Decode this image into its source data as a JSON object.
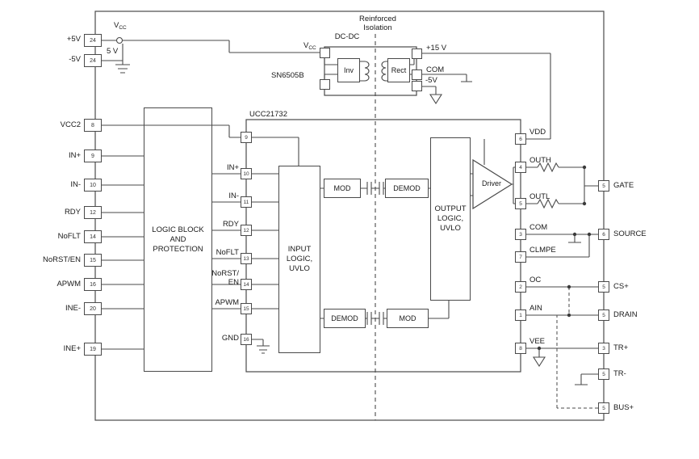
{
  "supply": {
    "vcc_main": "V",
    "vcc_sub": "CC",
    "plus5": {
      "label": "+5V",
      "pin": "24"
    },
    "minus5": {
      "label": "-5V",
      "pin": "24"
    },
    "five_v": "5 V"
  },
  "isolation": {
    "line1": "Reinforced",
    "line2": "Isolation"
  },
  "dcdc": {
    "label": "DC-DC",
    "part": "SN6505B",
    "inv": "Inv",
    "rect": "Rect",
    "out_pos": "+15 V",
    "out_com": "COM",
    "out_neg": "-5V"
  },
  "logic_block": {
    "line1": "LOGIC BLOCK",
    "line2": "AND",
    "line3": "PROTECTION"
  },
  "left_pins": [
    {
      "label": "VCC2",
      "num": "8"
    },
    {
      "label": "IN+",
      "num": "9"
    },
    {
      "label": "IN-",
      "num": "10"
    },
    {
      "label": "RDY",
      "num": "12"
    },
    {
      "label": "NoFLT",
      "num": "14"
    },
    {
      "label": "NoRST/EN",
      "num": "15"
    },
    {
      "label": "APWM",
      "num": "16"
    },
    {
      "label": "INE-",
      "num": "20"
    },
    {
      "label": "INE+",
      "num": "19"
    }
  ],
  "ucc": {
    "title": "UCC21732",
    "vcc_pin": {
      "num": "9"
    },
    "left_pins": [
      {
        "label": "IN+",
        "num": "10"
      },
      {
        "label": "IN-",
        "num": "11"
      },
      {
        "label": "RDY",
        "num": "12"
      },
      {
        "label": "NoFLT",
        "num": "13"
      },
      {
        "label": "NoRST/",
        "label2": "EN",
        "num": "14"
      },
      {
        "label": "APWM",
        "num": "15"
      }
    ],
    "gnd": {
      "label": "GND",
      "num": "16"
    },
    "input_logic": {
      "line1": "INPUT",
      "line2": "LOGIC,",
      "line3": "UVLO"
    },
    "output_logic": {
      "line1": "OUTPUT",
      "line2": "LOGIC,",
      "line3": "UVLO"
    },
    "mod_top": "MOD",
    "demod_top": "DEMOD",
    "demod_bottom": "DEMOD",
    "mod_bottom": "MOD",
    "driver": "Driver",
    "right_pins": [
      {
        "label": "VDD",
        "num": "6"
      },
      {
        "label": "OUTH",
        "num": "4"
      },
      {
        "label": "OUTL",
        "num": "5"
      },
      {
        "label": "COM",
        "num": "3"
      },
      {
        "label": "CLMPE",
        "num": "7"
      },
      {
        "label": "OC",
        "num": "2"
      },
      {
        "label": "AIN",
        "num": "1"
      },
      {
        "label": "VEE",
        "num": "8"
      }
    ]
  },
  "terminals": [
    {
      "label": "GATE",
      "num": "5"
    },
    {
      "label": "SOURCE",
      "num": "6"
    },
    {
      "label": "CS+",
      "num": "5"
    },
    {
      "label": "DRAIN",
      "num": "5"
    },
    {
      "label": "TR+",
      "num": "3"
    },
    {
      "label": "TR-",
      "num": "5"
    },
    {
      "label": "BUS+",
      "num": "5"
    }
  ]
}
